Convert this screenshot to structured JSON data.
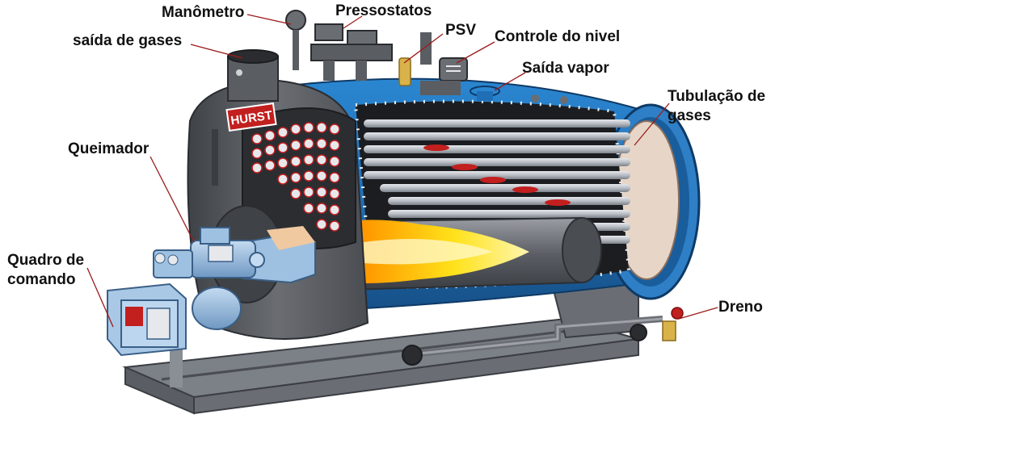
{
  "brand": "HURST",
  "labels": {
    "manometro": "Manômetro",
    "pressostatos": "Pressostatos",
    "saida_gases": "saída de gases",
    "psv": "PSV",
    "controle_nivel": "Controle do nivel",
    "saida_vapor": "Saída vapor",
    "tubulacao_1": "Tubulação de",
    "tubulacao_2": "gases",
    "queimador": "Queimador",
    "quadro_1": "Quadro de",
    "quadro_2": "comando",
    "dreno": "Dreno"
  },
  "colors": {
    "shell_blue": "#1f6fb6",
    "boiler_grey": "#5d6066",
    "burner_blue": "#8fb4d9",
    "flame_yellow": "#ffe21a",
    "flame_orange": "#ff6a00",
    "leader_line": "#9b1b1b",
    "label_text": "#111111"
  }
}
